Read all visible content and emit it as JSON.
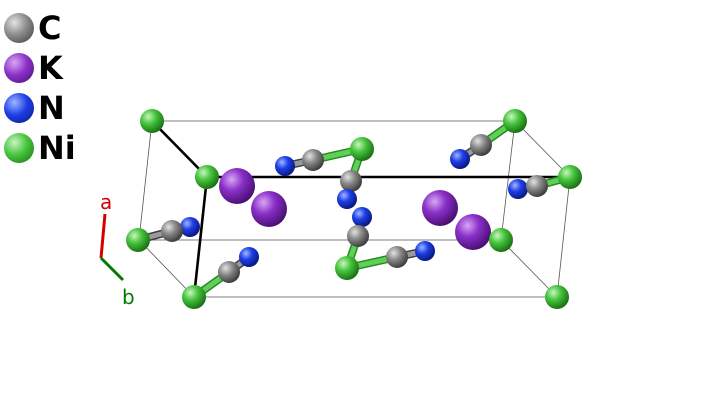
{
  "legend": [
    {
      "symbol": "C",
      "color": "#808080"
    },
    {
      "symbol": "K",
      "color": "#8a2be2"
    },
    {
      "symbol": "N",
      "color": "#1c3fe0"
    },
    {
      "symbol": "Ni",
      "color": "#3fbf3f"
    }
  ],
  "axes": {
    "a": {
      "label": "a",
      "color": "#d40000"
    },
    "b": {
      "label": "b",
      "color": "#007a00"
    }
  }
}
